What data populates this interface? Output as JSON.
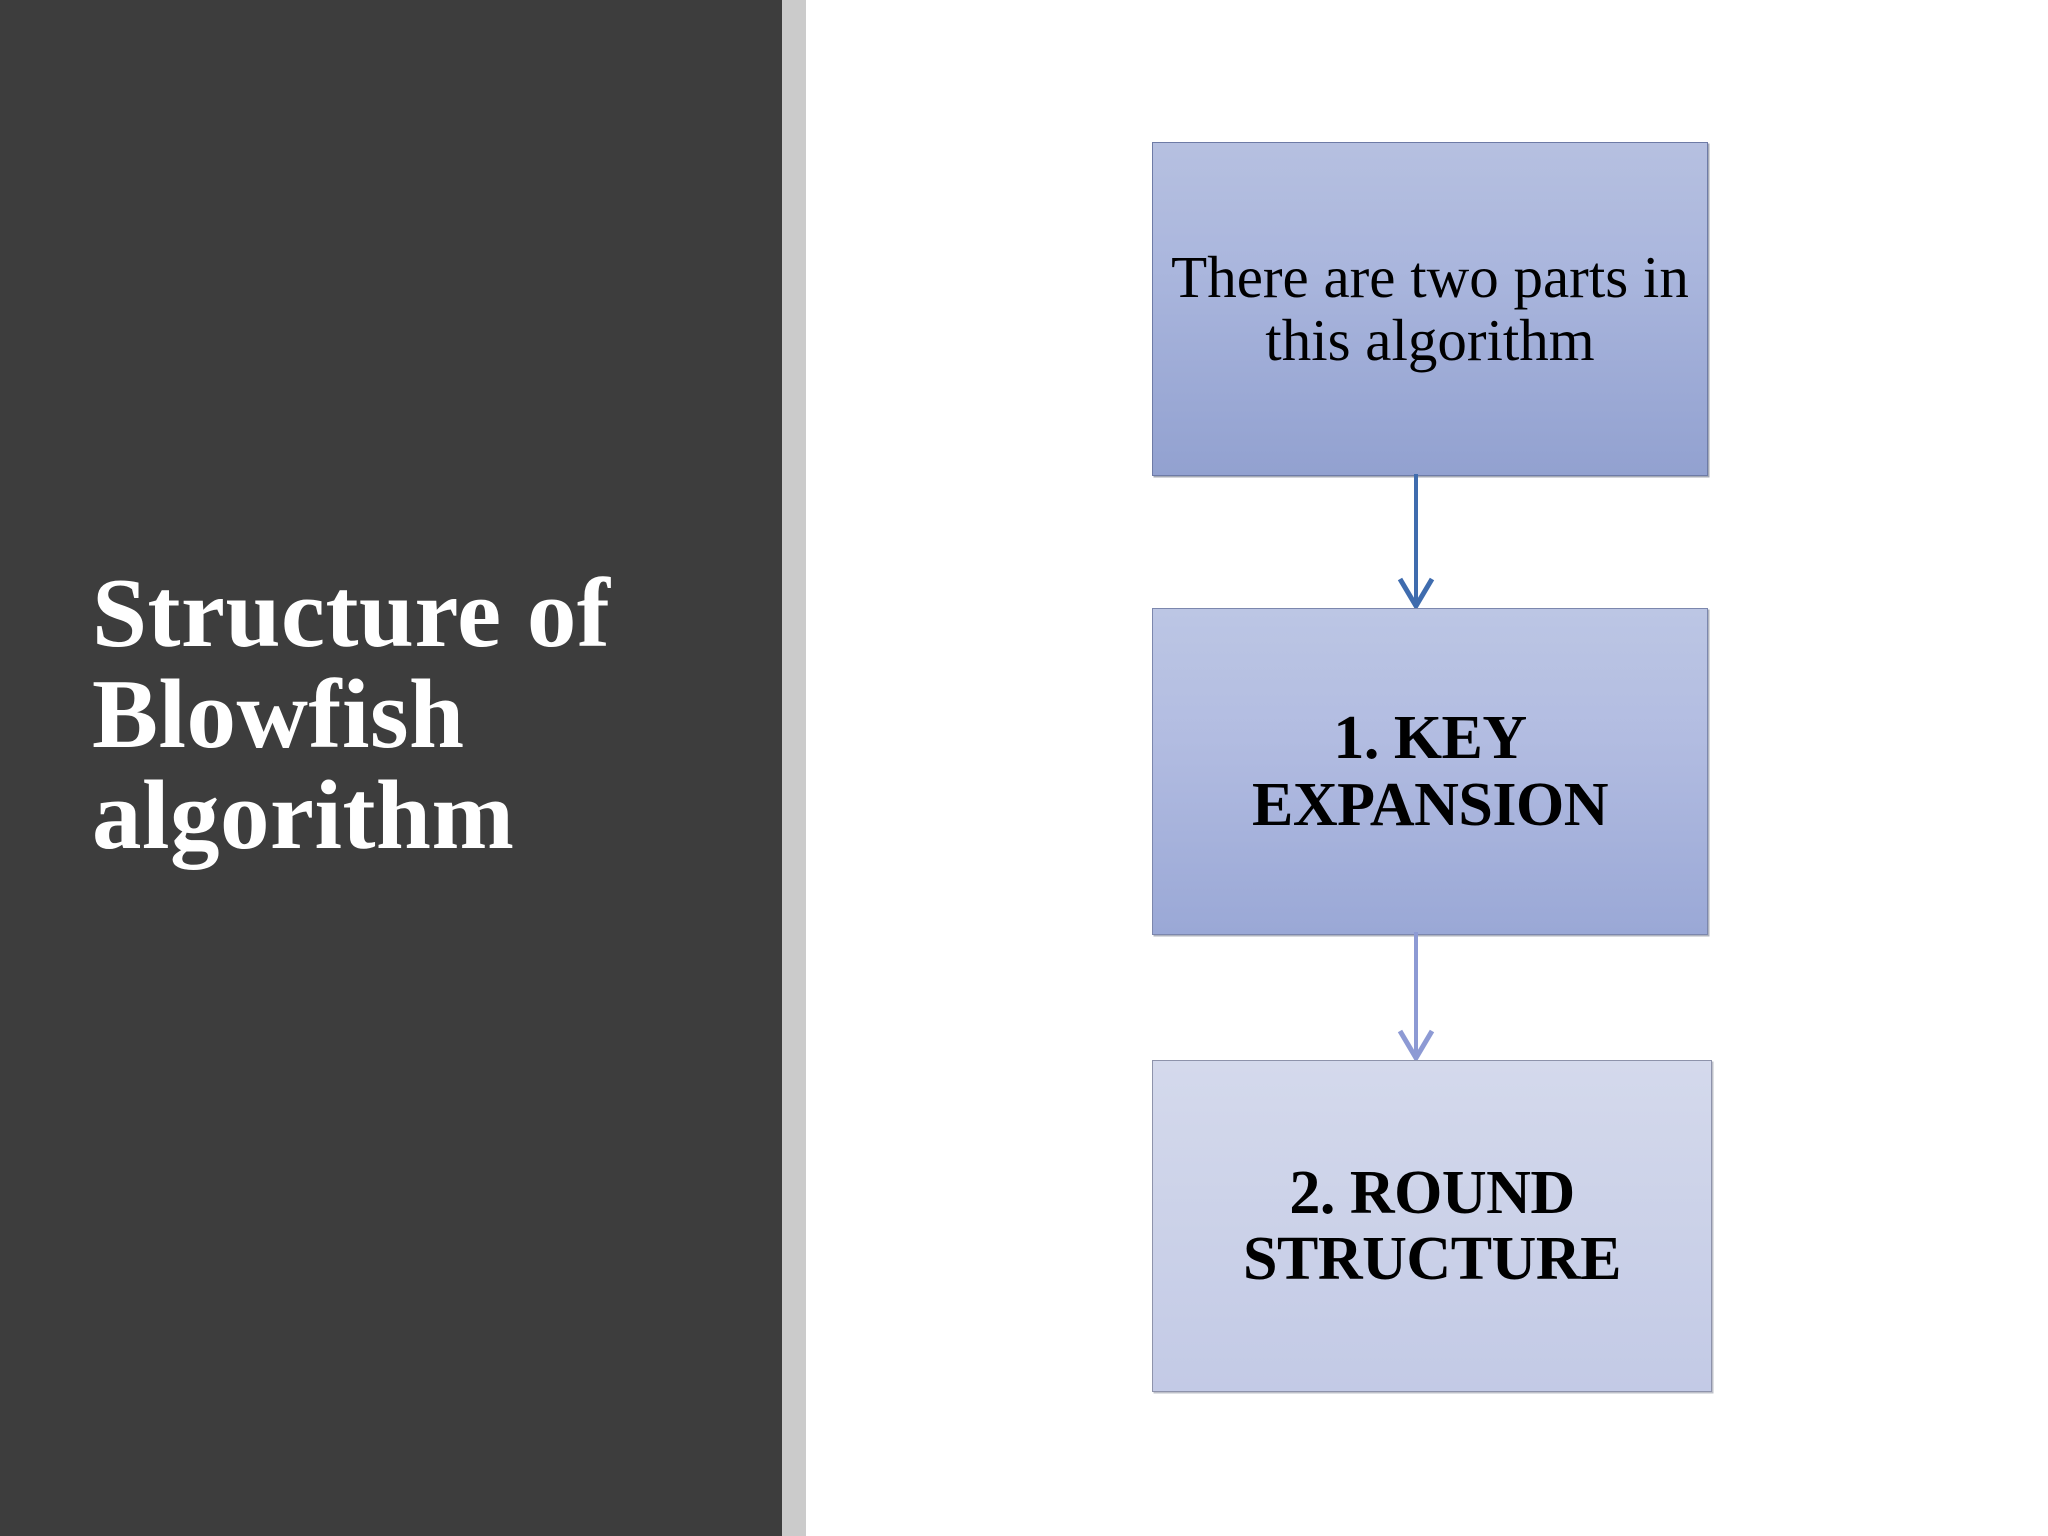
{
  "slide": {
    "title": "Structure of Blowfish algorithm",
    "background_color": "#ffffff",
    "panel_color": "#3d3d3d",
    "divider_color": "#cbcbcb",
    "title_color": "#ffffff"
  },
  "diagram": {
    "type": "flowchart",
    "orientation": "vertical",
    "nodes": [
      {
        "id": "intro",
        "label": "There are two parts in this algorithm",
        "style": "regular",
        "fill_top": "#b6c0e0",
        "fill_bottom": "#92a1d0",
        "border_color": "#6e7ba6",
        "text_color": "#000000"
      },
      {
        "id": "key-expansion",
        "label": "1. KEY EXPANSION",
        "style": "bold",
        "fill_top": "#bcc6e4",
        "fill_bottom": "#9aa8d6",
        "border_color": "#7c87ad",
        "text_color": "#000000"
      },
      {
        "id": "round-structure",
        "label": "2. ROUND STRUCTURE",
        "style": "bold",
        "fill_top": "#d4d9ec",
        "fill_bottom": "#c3cae6",
        "border_color": "#8e93ab",
        "text_color": "#000000"
      }
    ],
    "connectors": [
      {
        "id": "intro-to-key-expansion",
        "from": "intro",
        "to": "key-expansion",
        "color": "#3f6cae",
        "arrowhead": "open-v"
      },
      {
        "id": "key-expansion-to-round-structure",
        "from": "key-expansion",
        "to": "round-structure",
        "color": "#8d9ad4",
        "arrowhead": "open-v"
      }
    ]
  }
}
